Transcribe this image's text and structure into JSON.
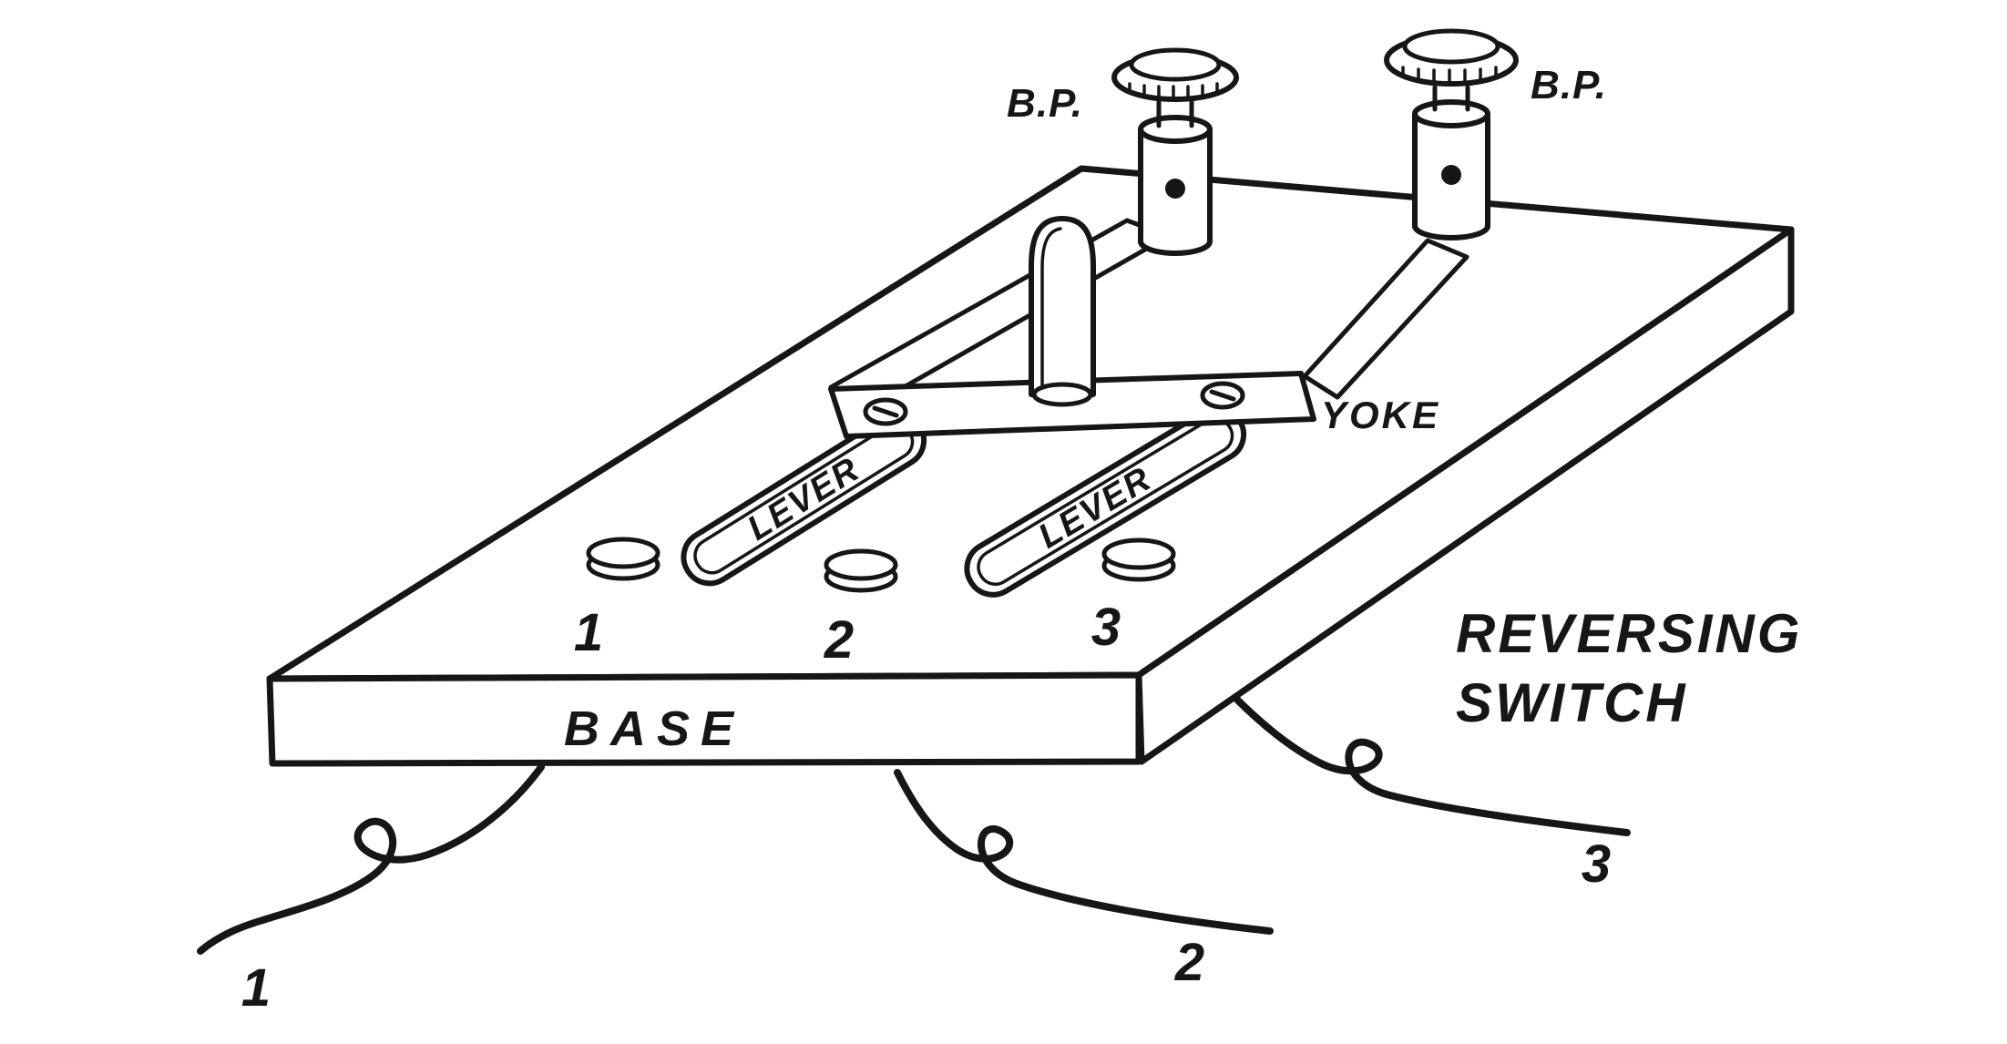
{
  "diagram": {
    "title_line1": "REVERSING",
    "title_line2": "SWITCH",
    "labels": {
      "binding_post_left": "B.P.",
      "binding_post_right": "B.P.",
      "yoke": "YOKE",
      "lever_left": "LEVER",
      "lever_right": "LEVER",
      "base": "BASE",
      "contact_1": "1",
      "contact_2": "2",
      "contact_3": "3",
      "wire_1": "1",
      "wire_2": "2",
      "wire_3": "3"
    },
    "colors": {
      "ink": "#161616",
      "paper": "#ffffff"
    }
  }
}
